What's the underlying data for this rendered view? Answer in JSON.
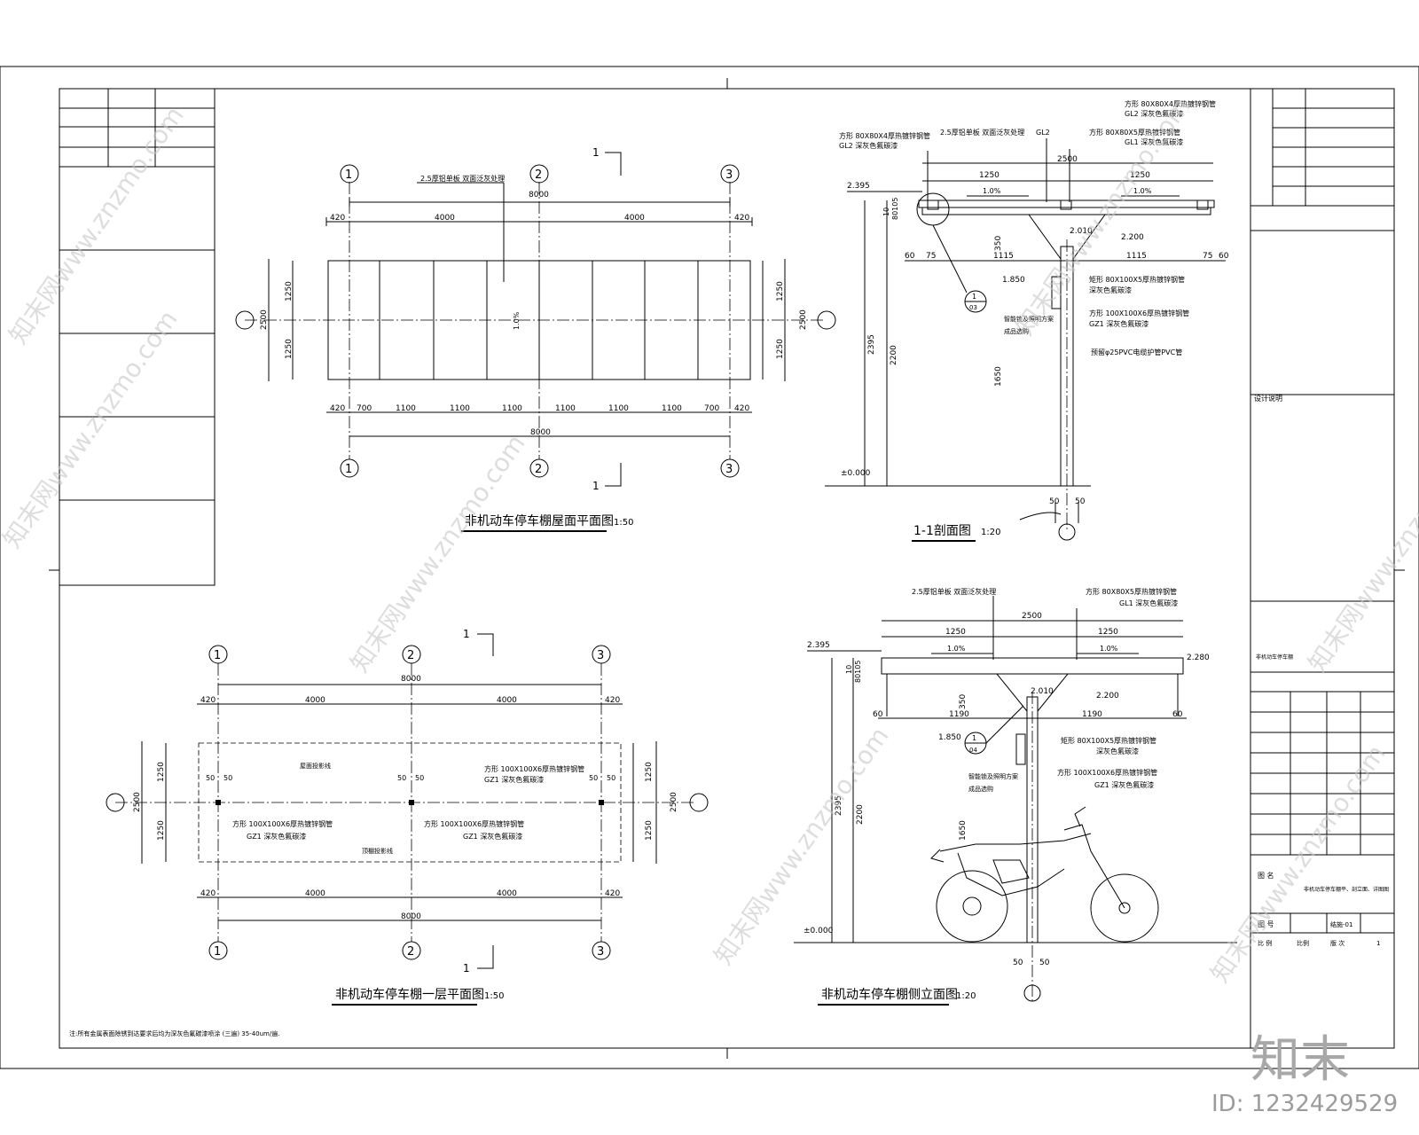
{
  "drawing": {
    "titles": {
      "roof_plan": "非机动车停车棚屋面平面图",
      "roof_plan_scale": "1:50",
      "section": "1-1剖面图",
      "section_scale": "1:20",
      "ground_plan": "非机动车停车棚一层平面图",
      "ground_plan_scale": "1:50",
      "side_elev": "非机动车停车棚侧立面图",
      "side_elev_scale": "1:20"
    },
    "axes": [
      "1",
      "2",
      "3"
    ],
    "section_mark": "1",
    "dims": {
      "total": "8000",
      "half": "4000",
      "edge": "420",
      "side": "700",
      "bay": "1100",
      "width": "2500",
      "half_w": "1250",
      "post_half": "50",
      "len_1115": "1115",
      "len_1190": "1190",
      "len_60": "60",
      "len_75": "75",
      "len_350": "350",
      "len_2200": "2200",
      "len_2395": "2395",
      "len_1650": "1650",
      "len_10": "10",
      "len_80105": "80105"
    },
    "levels": {
      "top": "2.395",
      "mid": "2.200",
      "brace": "2.010",
      "low": "1.850",
      "zero": "±0.000",
      "right": "2.280",
      "slope": "1.0%"
    },
    "notes": {
      "roof_sheet": "2.5厚铝单板  双面泛灰处理",
      "gl2": "方形  80X80X4厚热镀锌钢管",
      "gl2_tag": "GL2  深灰色氟碳漆",
      "gl2_code": "GL2",
      "gl1": "方形  80X80X5厚热镀锌钢管",
      "gl1_tag": "GL1  深灰色氟碳漆",
      "rect": "矩形  80X100X5厚热镀锌钢管",
      "rect_tag": "深灰色氟碳漆",
      "gz1": "方形  100X100X6厚热镀锌钢管",
      "gz1_tag": "GZ1  深灰色氟碳漆",
      "pvc": "预留φ25PVC电缆护管PVC管",
      "smart": "智能锁及照明方案",
      "smart2": "成品选购",
      "roof_line": "屋面投影线",
      "canopy_line": "顶棚投影线",
      "detail1": "1",
      "detail1b": "03",
      "detail2": "1",
      "detail2b": "04",
      "footer": "注:所有金属表面除锈到达要求后均为深灰色氟碳漆喷涂 (三遍) 35-40um/遍."
    },
    "title_block": {
      "design_note": "设计说明",
      "project": "非机动车停车棚",
      "drawing_label": "图  名",
      "drawing_name": "非机动车停车棚平、剖立面、详图图",
      "number_label": "图  号",
      "number": "结施-01",
      "version_label": "比  例",
      "version_val": "比例",
      "rev_label": "版  次",
      "rev_val": "1"
    },
    "watermark": "知末网www.znzmo.com",
    "brand": "知末",
    "id_text": "ID: 1232429529"
  }
}
